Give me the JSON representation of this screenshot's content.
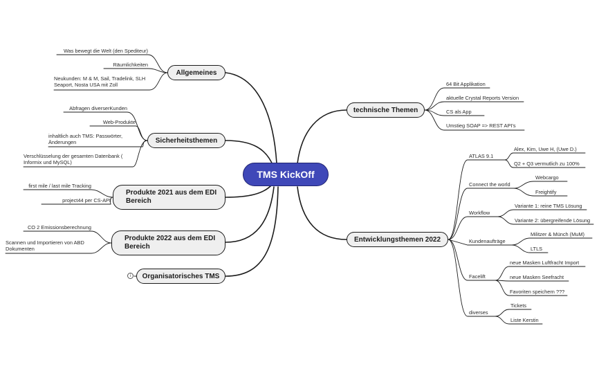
{
  "root": "TMS KickOff",
  "left": {
    "allgemeines": {
      "label": "Allgemeines",
      "items": [
        "Was bewegt die Welt (den Spediteur)",
        "Räumlichkeiten",
        "Neukunden: M & M, Sail, Tradelink, SLH Seaport, Nosta USA mit Zoll"
      ]
    },
    "sicherheit": {
      "label": "Sicherheitsthemen",
      "items": [
        "Abfragen diverserKunden",
        "Web-Produkte",
        "inhaltlich auch TMS: Passwörter, Änderungen",
        "Verschlüsselung der gesamten Datenbank ( Informix und MySQL)"
      ]
    },
    "produkte2021": {
      "label": "Produkte 2021 aus dem EDI Bereich",
      "items": [
        "first mile / last mile Tracking",
        "project44 per CS-API"
      ]
    },
    "produkte2022": {
      "label": "Produkte 2022 aus dem EDI Bereich",
      "items": [
        "CO 2 Emissionsberechnung",
        "Scannen und Importieren von ABD Dokumenten"
      ]
    },
    "organisatorisch": {
      "label": "Organisatorisches TMS",
      "icon": "info-icon"
    }
  },
  "right": {
    "technische": {
      "label": "technische Themen",
      "items": [
        "64 Bit Applikation",
        "aktuelle Crystal Reports Version",
        "CS als App",
        "Umstieg SOAP => REST API's"
      ]
    },
    "entwicklung": {
      "label": "Entwicklungsthemen 2022",
      "groups": [
        {
          "label": "ATLAS 9.1",
          "items": [
            "Alex, Kim, Uwe H, (Uwe D.)",
            "Q2 + Q3 vermutlich zu 100%"
          ]
        },
        {
          "label": "Connect the world",
          "items": [
            "Webcargo",
            "Freightify"
          ]
        },
        {
          "label": "Workflow",
          "items": [
            "Variante 1: reine TMS Lösung",
            "Variante 2: übergreifende Lösung"
          ]
        },
        {
          "label": "Kundenaufträge",
          "items": [
            "Militzer & Münch (MuM)",
            "LTLS"
          ]
        },
        {
          "label": "Facelift",
          "items": [
            "neue Masken Luftfracht Import",
            "neue Masken Seefracht",
            "Favoriten speichern ???"
          ]
        },
        {
          "label": "diverses",
          "items": [
            "Tickets",
            "Liste Kerstin"
          ]
        }
      ]
    }
  },
  "colors": {
    "root_fill": "#3f48b8",
    "line": "#1b1b1b",
    "main_fill": "#efefef"
  }
}
